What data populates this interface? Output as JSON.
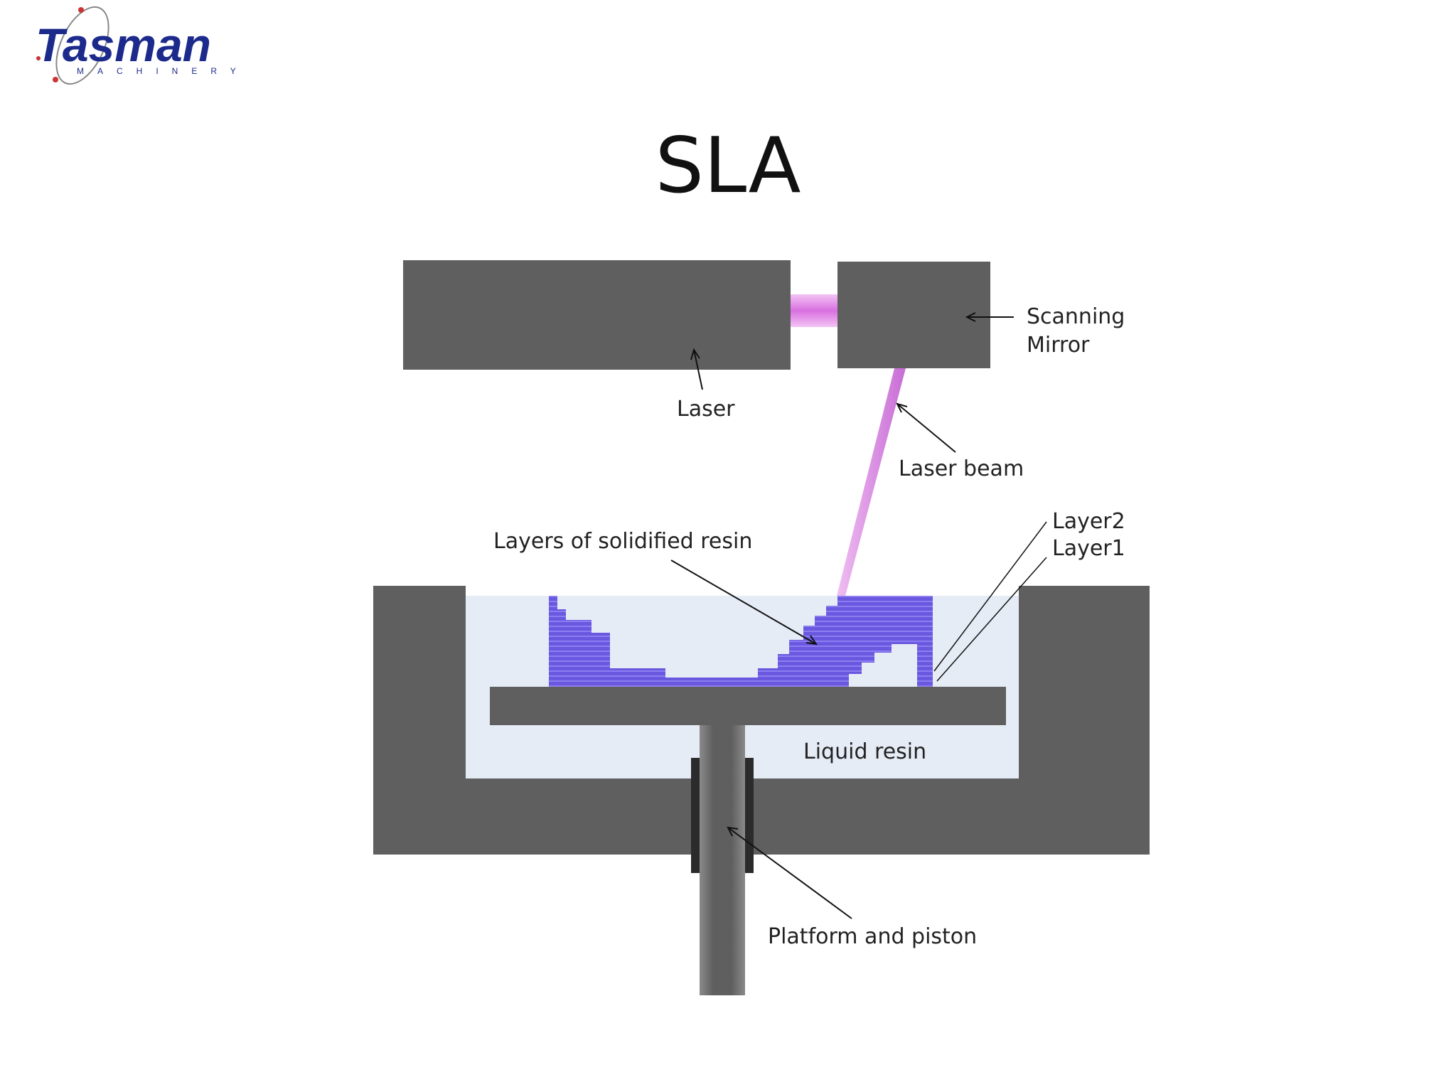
{
  "logo": {
    "brand": "Tasman",
    "tagline": "MACHINERY",
    "brand_color": "#1c2a8c"
  },
  "slide": {
    "title": "SLA"
  },
  "diagram": {
    "labels": {
      "laser": "Laser",
      "scanning_mirror_line1": "Scanning",
      "scanning_mirror_line2": "Mirror",
      "laser_beam": "Laser beam",
      "layer2": "Layer2",
      "layer1": "Layer1",
      "layers_solidified": "Layers of solidified resin",
      "liquid_resin": "Liquid resin",
      "platform_piston": "Platform and piston"
    },
    "colors": {
      "machine_gray": "#5f5f5f",
      "resin_liquid": "#e6ecf6",
      "solid_resin": "#6655dd",
      "laser_beam": "#e08ee8",
      "bushing": "#2b2b2b"
    }
  }
}
